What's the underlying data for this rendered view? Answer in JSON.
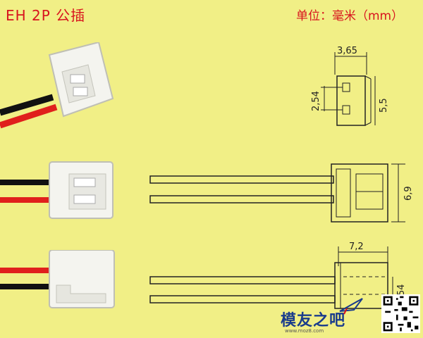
{
  "header": {
    "title": "EH 2P 公插",
    "units": "单位：毫米（mm）"
  },
  "dimensions": {
    "top_width": "3,65",
    "pitch": "2,54",
    "height": "5,5",
    "side_height": "6,9",
    "body_length": "7,2",
    "partial_bottom": "54"
  },
  "watermark": {
    "brand": "模友之吧",
    "url": "www.moz8.com"
  },
  "colors": {
    "background": "#f1ef86",
    "title_red": "#d8141e",
    "wire_red": "#e0201c",
    "wire_black": "#111111",
    "housing": "#f4f4ef",
    "brand_blue": "#1a3c8c"
  }
}
